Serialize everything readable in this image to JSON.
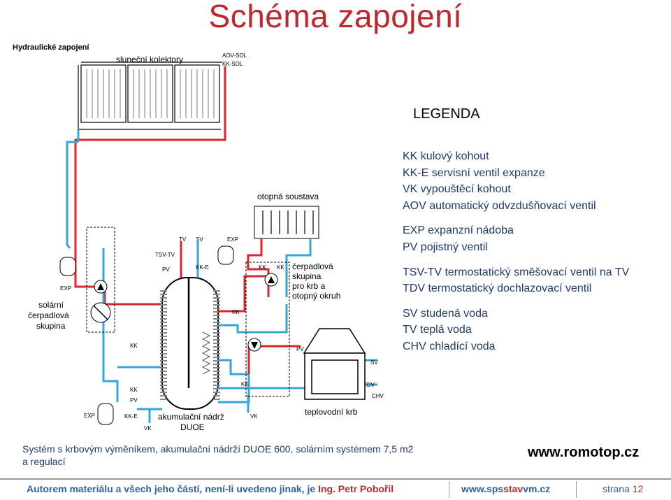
{
  "title": "Schéma zapojení",
  "diagram": {
    "heading": "Hydraulické zapojení",
    "labels": {
      "collectors": "sluneční kolektory",
      "aov_sol": "AOV-SOL",
      "kk_sol": "KK-SOL",
      "heating_system": "otopná soustava",
      "tsv_tv": "TSV-TV",
      "tv": "TV",
      "sv": "SV",
      "exp": "EXP",
      "pv": "PV",
      "kke": "KK-E",
      "kk": "KK",
      "pump_group_1": "čerpadlová",
      "pump_group_2": "skupina",
      "pump_group_3": "pro krb a",
      "pump_group_4": "otopný okruh",
      "solar_group_1": "solární",
      "solar_group_2": "čerpadlová",
      "solar_group_3": "skupina",
      "tank_1": "akumulační nádrž",
      "tank_2": "DUOE",
      "vk": "VK",
      "tdv": "TDV",
      "chv": "CHV",
      "fireplace": "teplovodní krb"
    }
  },
  "legend": {
    "title": "LEGENDA",
    "groups": [
      [
        "KK  kulový kohout",
        "KK-E  servisní ventil expanze",
        "VK  vypouštěcí kohout",
        "AOV automatický odvzdušňovací ventil"
      ],
      [
        "EXP expanzní nádoba",
        "PV  pojistný ventil"
      ],
      [
        "TSV-TV termostatický směšovací ventil na TV",
        "TDV  termostatický dochlazovací ventil"
      ],
      [
        "SV  studená voda",
        "TV  teplá voda",
        "CHV  chladící voda"
      ]
    ]
  },
  "caption": "Systém s krbovým výměníkem, akumulační nádrží DUOE 600, solárním systémem 7,5 m2 a regulací",
  "website": "www.romotop.cz",
  "footer": {
    "authorship_prefix": "Autorem materiálu a všech jeho částí, není-li uvedeno jinak, je ",
    "author": "Ing. Petr Pobořil",
    "site_pre": "www.sps",
    "site_mid": "stav",
    "site_post": "vm.cz",
    "page_label": "strana ",
    "page_number": "12"
  },
  "colors": {
    "title": "#c0272d",
    "hot_pipe": "#d9262b",
    "cold_pipe": "#35a6d6",
    "footer_text": "#2e62a8",
    "legend_text": "#1f3a6e"
  }
}
